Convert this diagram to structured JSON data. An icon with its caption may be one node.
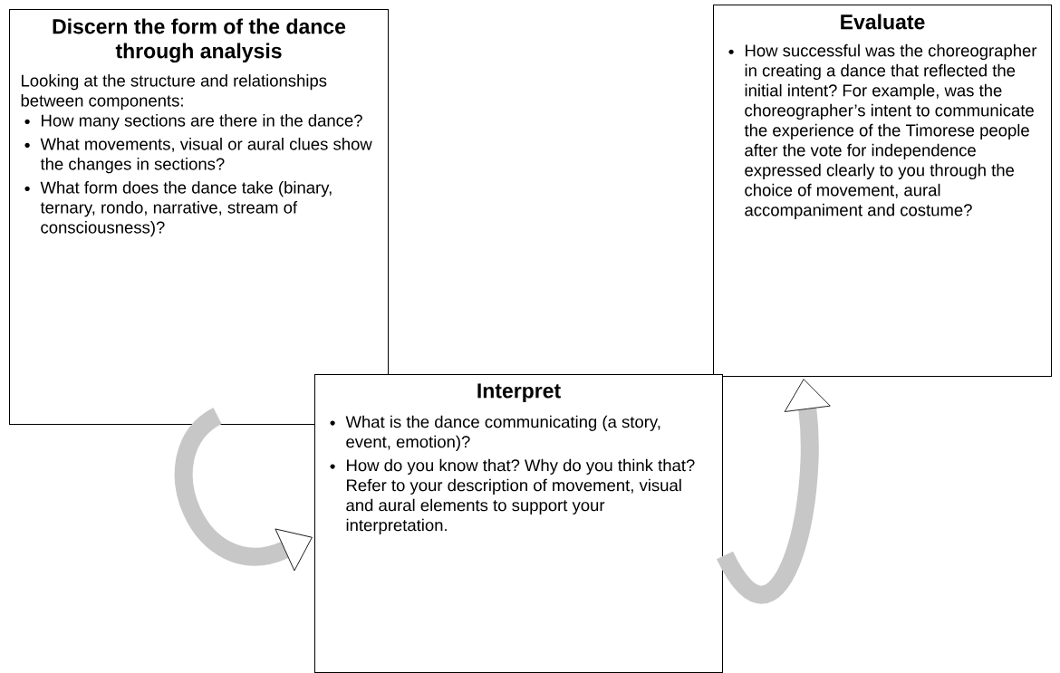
{
  "diagram": {
    "nodes": [
      {
        "text": [
          "Discern the form of the dance through analysis",
          "Looking at the structure and relationships between components:",
          "How many sections are there in the dance?",
          "What movements, visual or aural clues show the changes in sections?",
          "What form does the dance take (binary, ternary, rondo, narrative, stream of consciousness)?"
        ]
      },
      {
        "text": [
          "Evaluate",
          "How successful was the choreographer in creating a dance that reflected the initial intent? For example, was the choreographer’s intent to communicate the experience of the Timorese people after the vote for independence expressed clearly to you through the choice of movement, aural accompaniment and costume?"
        ]
      },
      {
        "text": [
          "Interpret",
          "What is the dance communicating (a story, event, emotion)?",
          "How do you know that? Why do you think that? Refer to your description of movement, visual and aural elements to support your interpretation."
        ]
      }
    ],
    "edges": [
      {
        "from": 0,
        "to": 2,
        "arrow": "to"
      },
      {
        "from": 2,
        "to": 1,
        "arrow": "to"
      }
    ]
  }
}
